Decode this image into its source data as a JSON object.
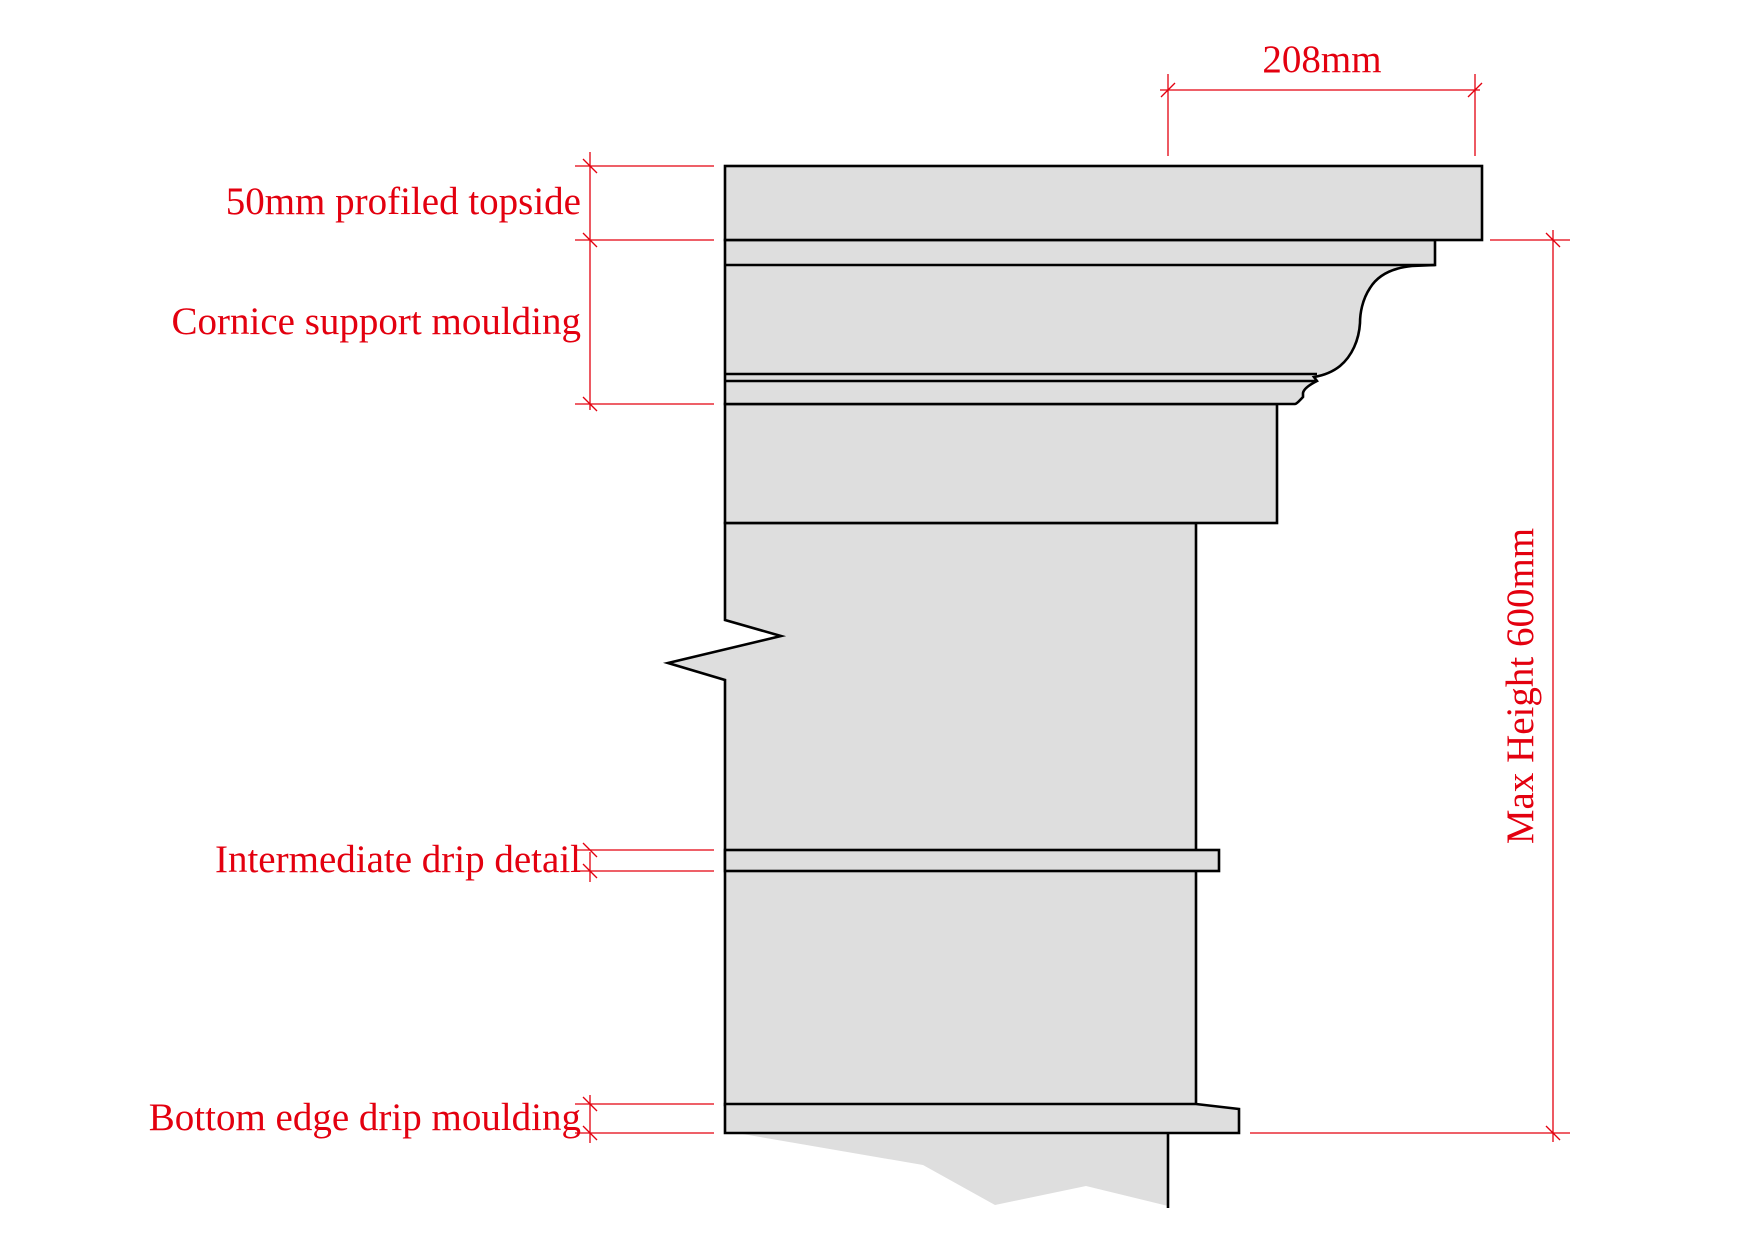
{
  "colors": {
    "annotation": "#e3000f",
    "stone_fill": "#dedede",
    "outline": "#000000",
    "background": "#ffffff"
  },
  "annotations": {
    "topside": "50mm profiled topside",
    "cornice": "Cornice support moulding",
    "intermediate_drip": "Intermediate drip detail",
    "bottom_drip": "Bottom edge drip moulding",
    "projection": "208mm",
    "max_height": "Max Height 600mm"
  }
}
